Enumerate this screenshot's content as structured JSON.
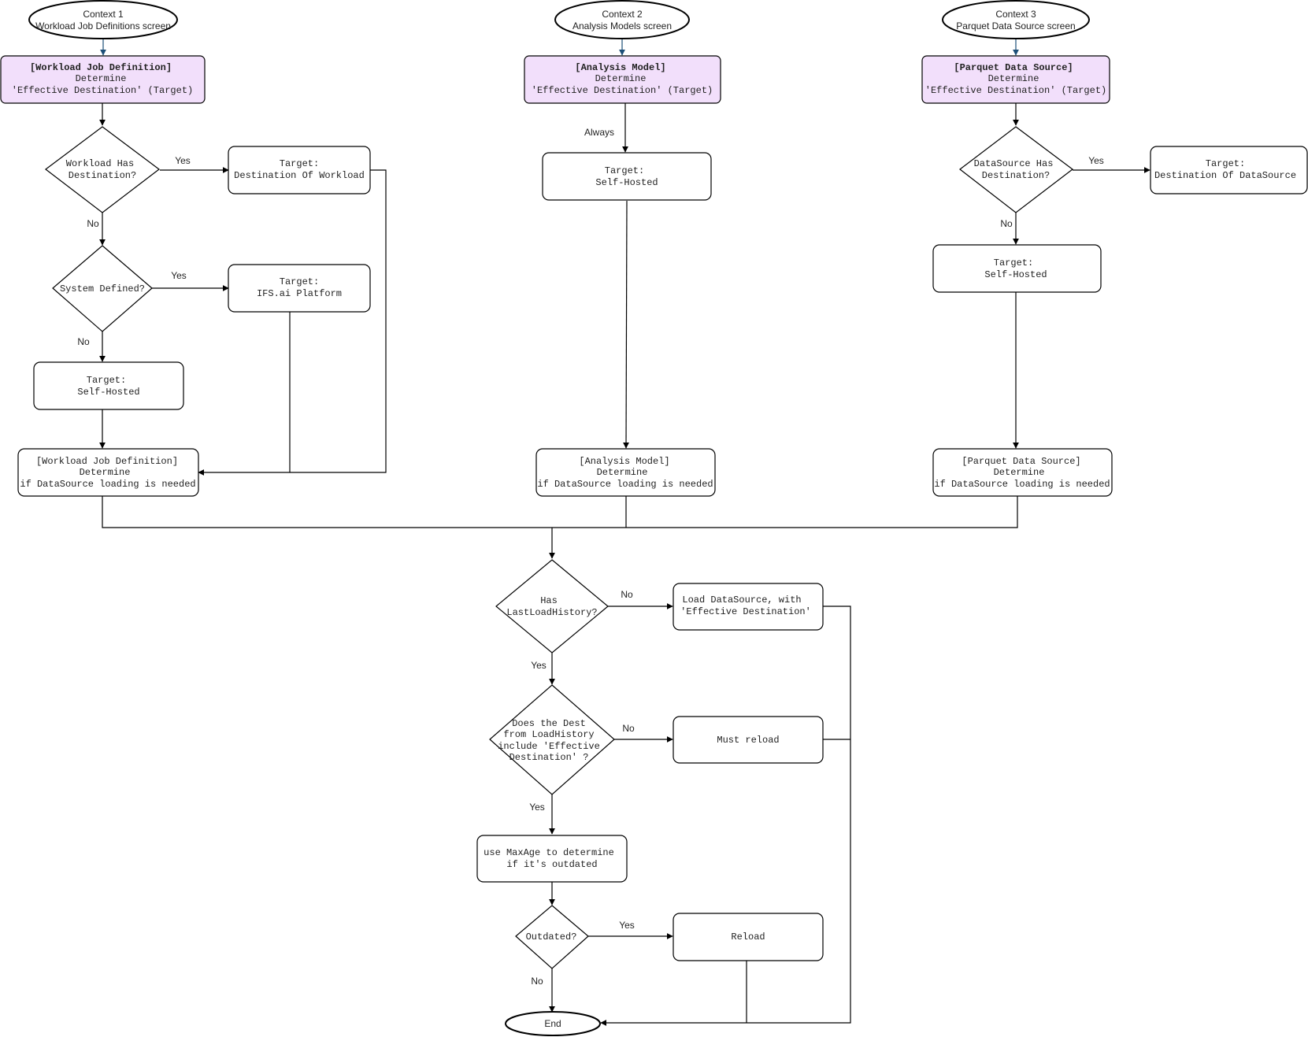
{
  "contexts": [
    {
      "line1": "Context 1",
      "line2": "Workload Job Definitions screen"
    },
    {
      "line1": "Context 2",
      "line2": "Analysis Models screen"
    },
    {
      "line1": "Context 3",
      "line2": "Parquet Data Source screen"
    }
  ],
  "heads": [
    {
      "title": "[Workload Job Definition]",
      "line2": "Determine",
      "line3": "'Effective Destination' (Target)"
    },
    {
      "title": "[Analysis Model]",
      "line2": "Determine",
      "line3": "'Effective Destination' (Target)"
    },
    {
      "title": "[Parquet Data Source]",
      "line2": "Determine",
      "line3": "'Effective Destination' (Target)"
    }
  ],
  "ctx1": {
    "d_has_dest": {
      "line1": "Workload Has",
      "line2": "Destination?"
    },
    "d_system": "System Defined?",
    "t_dest": {
      "line1": "Target:",
      "line2": "Destination Of Workload"
    },
    "t_ifs": {
      "line1": "Target:",
      "line2": "IFS.ai Platform"
    },
    "t_self": {
      "line1": "Target:",
      "line2": "Self-Hosted"
    },
    "loading": {
      "line1": "[Workload Job Definition]",
      "line2": "Determine",
      "line3": "if DataSource loading is needed"
    }
  },
  "ctx2": {
    "always": "Always",
    "t_self": {
      "line1": "Target:",
      "line2": "Self-Hosted"
    },
    "loading": {
      "line1": "[Analysis Model]",
      "line2": "Determine",
      "line3": "if DataSource loading is needed"
    }
  },
  "ctx3": {
    "d_has_dest": {
      "line1": "DataSource Has",
      "line2": "Destination?"
    },
    "t_dest": {
      "line1": "Target:",
      "line2": "Destination Of DataSource"
    },
    "t_self": {
      "line1": "Target:",
      "line2": "Self-Hosted"
    },
    "loading": {
      "line1": "[Parquet Data Source]",
      "line2": "Determine",
      "line3": "if DataSource loading is needed"
    }
  },
  "flow": {
    "d_history": {
      "line1": "Has",
      "line2": "LastLoadHistory?"
    },
    "load_box": {
      "line1": "Load DataSource, with",
      "line2": "'Effective Destination'"
    },
    "d_dest": {
      "line1": "Does the Dest",
      "line2": "from LoadHistory",
      "line3": "include 'Effective",
      "line4": "Destination' ?"
    },
    "must_reload": "Must reload",
    "maxage": {
      "line1": "use MaxAge to determine",
      "line2": "if it's outdated"
    },
    "d_outdated": "Outdated?",
    "reload": "Reload",
    "end": "End"
  },
  "labels": {
    "yes": "Yes",
    "no": "No"
  }
}
